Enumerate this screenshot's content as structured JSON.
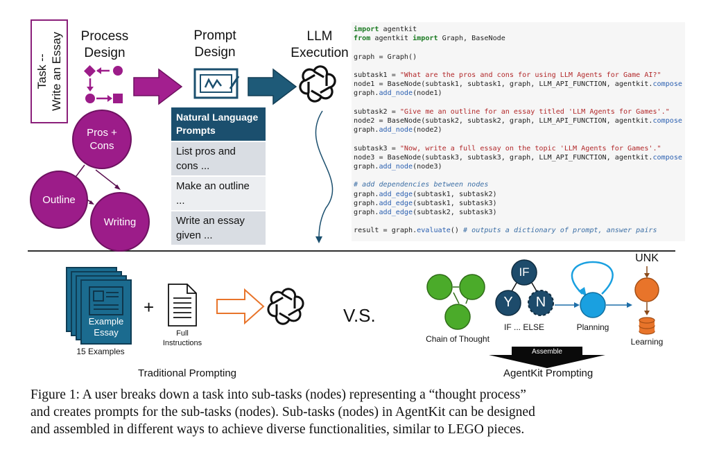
{
  "task": {
    "line1": "Task --",
    "line2": "Write an Essay"
  },
  "headers": {
    "process_design": [
      "Process",
      "Design"
    ],
    "prompt_design": [
      "Prompt",
      "Design"
    ],
    "llm_execution": [
      "LLM",
      "Execution"
    ]
  },
  "nodes": {
    "pros_cons": [
      "Pros +",
      "Cons"
    ],
    "outline": "Outline",
    "writing": "Writing"
  },
  "prompts_table": {
    "header": [
      "Natural Language",
      "Prompts"
    ],
    "rows": [
      [
        "List pros and",
        "cons ..."
      ],
      [
        "Make an outline",
        "..."
      ],
      [
        "Write an essay",
        "given ..."
      ]
    ]
  },
  "code_lines": [
    "import agentkit",
    "from agentkit import Graph, BaseNode",
    "",
    "graph = Graph()",
    "",
    "subtask1 = \"What are the pros and cons for using LLM Agents for Game AI?\"",
    "node1 = BaseNode(subtask1, subtask1, graph, LLM_API_FUNCTION, agentkit.compose",
    "graph.add_node(node1)",
    "",
    "subtask2 = \"Give me an outline for an essay titled 'LLM Agents for Games'.\"",
    "node2 = BaseNode(subtask2, subtask2, graph, LLM_API_FUNCTION, agentkit.compose",
    "graph.add_node(node2)",
    "",
    "subtask3 = \"Now, write a full essay on the topic 'LLM Agents for Games'.\"",
    "node3 = BaseNode(subtask3, subtask3, graph, LLM_API_FUNCTION, agentkit.compose",
    "graph.add_node(node3)",
    "",
    "# add dependencies between nodes",
    "graph.add_edge(subtask1, subtask2)",
    "graph.add_edge(subtask1, subtask3)",
    "graph.add_edge(subtask2, subtask3)",
    "",
    "result = graph.evaluate() # outputs a dictionary of prompt, answer pairs"
  ],
  "traditional": {
    "example_essay": [
      "Example",
      "Essay"
    ],
    "examples_count": "15 Examples",
    "plus": "+",
    "full_instructions": [
      "Full",
      "Instructions"
    ],
    "label": "Traditional Prompting"
  },
  "vs": "V.S.",
  "agentkit": {
    "chain_of_thought": "Chain of Thought",
    "if_node": "IF",
    "y_node": "Y",
    "n_node": "N",
    "if_else": "IF ... ELSE",
    "planning": "Planning",
    "unk": "UNK",
    "learning": "Learning",
    "assemble": "Assemble",
    "label": "AgentKit Prompting"
  },
  "colors": {
    "purple": "#9c1c89",
    "teal": "#1b4f6e",
    "green": "#4bab2a",
    "navy": "#1d4b6b",
    "light_blue": "#1aa0e0",
    "orange": "#e8742a"
  },
  "caption": [
    "Figure 1: A user breaks down a task into sub-tasks (nodes) representing a “thought process”",
    "and creates prompts for the sub-tasks (nodes). Sub-tasks (nodes) in AgentKit can be designed",
    "and assembled in different ways to achieve diverse functionalities, similar to LEGO pieces."
  ]
}
